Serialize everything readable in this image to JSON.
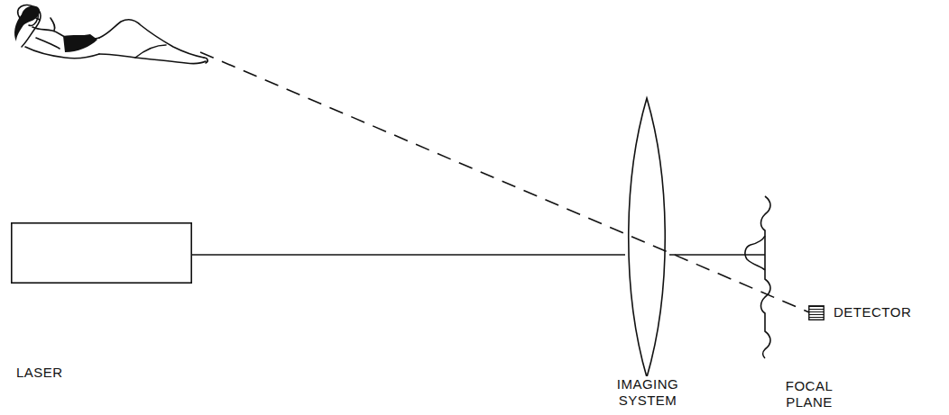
{
  "diagram": {
    "nodes": [
      {
        "text": [
          "LASER"
        ]
      },
      {
        "text": [
          "IMAGING SYSTEM"
        ]
      },
      {
        "text": [
          "DETECTOR"
        ]
      }
    ],
    "edges": [
      {
        "from": 0,
        "to": 1,
        "arrow": "none"
      }
    ],
    "labels": [
      "FOCAL PLANE"
    ]
  }
}
